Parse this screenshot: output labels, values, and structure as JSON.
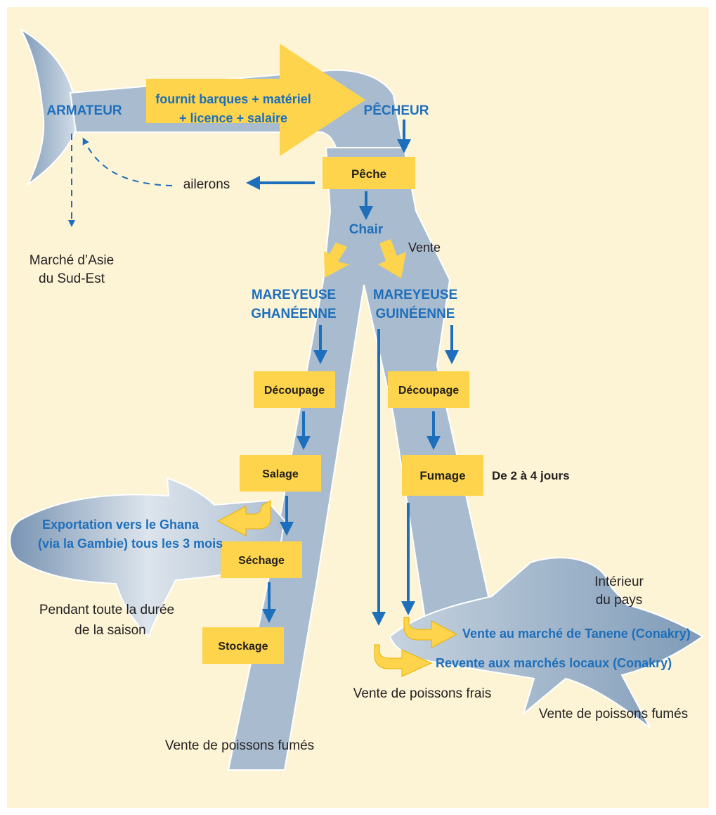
{
  "colors": {
    "background": "#fdf4d6",
    "shark_body": "#a9bccf",
    "shark_outline": "#ffffff",
    "box_fill": "#fdd44c",
    "blue_text": "#1e6fbb",
    "arrow_blue": "#1e6fbb",
    "arrow_yellow": "#fdd44c",
    "dark_text": "#231f20"
  },
  "actors": {
    "armateur": "ARMATEUR",
    "pecheur": "PÊCHEUR",
    "chair": "Chair",
    "mareyeuse_ghana_1": "MAREYEUSE",
    "mareyeuse_ghana_2": "GHANÉENNE",
    "mareyeuse_guinee_1": "MAREYEUSE",
    "mareyeuse_guinee_2": "GUINÉENNE"
  },
  "big_arrow": {
    "line1": "fournit barques + matériel",
    "line2": "+ licence + salaire"
  },
  "steps": {
    "peche": "Pêche",
    "decoupage_left": "Découpage",
    "salage": "Salage",
    "sechage": "Séchage",
    "stockage": "Stockage",
    "decoupage_right": "Découpage",
    "fumage": "Fumage"
  },
  "labels": {
    "ailerons": "ailerons",
    "marche_asie_1": "Marché d’Asie",
    "marche_asie_2": "du Sud-Est",
    "vente": "Vente",
    "duree_fumage": "De 2 à 4 jours",
    "pendant_1": "Pendant toute la durée",
    "pendant_2": "de la saison",
    "export_1": "Exportation vers le Ghana",
    "export_2": "(via la Gambie) tous les 3 mois",
    "vente_fumes_left": "Vente de poissons fumés",
    "interieur_1": "Intérieur",
    "interieur_2": "du pays",
    "vente_tanene": "Vente au marché de Tanene (Conakry)",
    "revente_locaux": "Revente aux marchés locaux (Conakry)",
    "vente_frais": "Vente de poissons frais",
    "vente_fumes_right": "Vente de poissons fumés"
  }
}
